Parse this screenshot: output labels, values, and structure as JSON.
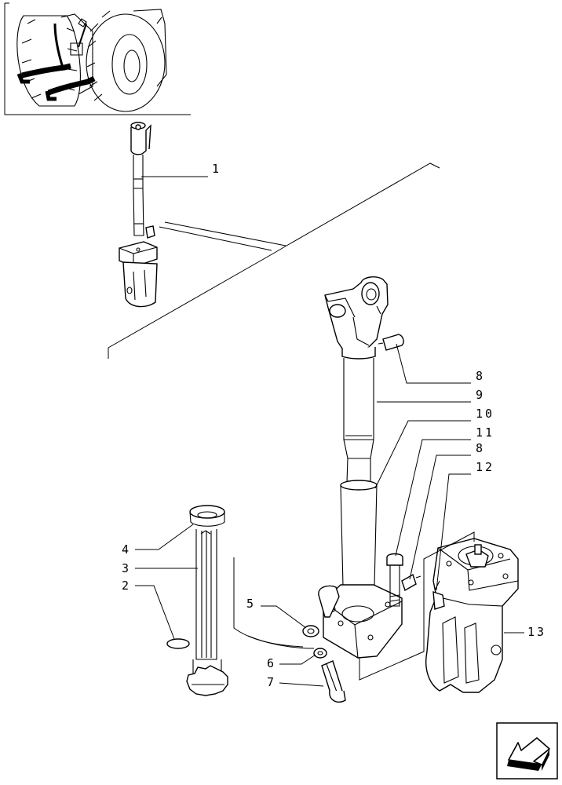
{
  "labels": {
    "l1": "1",
    "l2": "2",
    "l3": "3",
    "l4": "4",
    "l5": "5",
    "l6": "6",
    "l7": "7",
    "l8a": "8",
    "l9": "9",
    "l10": "10",
    "l11": "11",
    "l8b": "8",
    "l12": "12",
    "l13": "13"
  },
  "icons": {
    "nav": "back-arrow-icon",
    "thumb": "tractor-thumbnail"
  },
  "colors": {
    "ink": "#000000",
    "paper": "#ffffff"
  }
}
